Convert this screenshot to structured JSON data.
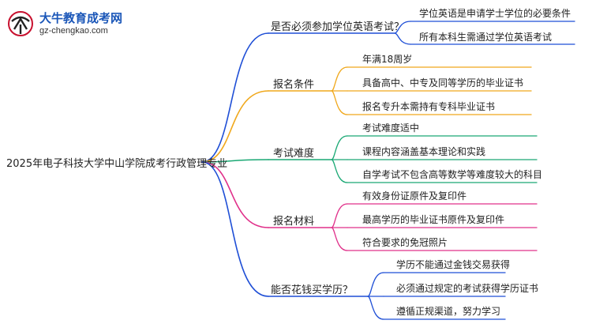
{
  "logo": {
    "title": "大牛教育成考网",
    "url": "gz-chengkao.com"
  },
  "mindmap": {
    "root": "2025年电子科技大学中山学院成考行政管理专业",
    "branches": [
      {
        "label": "是否必须参加学位英语考试？",
        "color": "#1f4fd6",
        "leaves": [
          "学位英语是申请学士学位的必要条件",
          "所有本科生需通过学位英语考试"
        ]
      },
      {
        "label": "报名条件",
        "color": "#f0a81c",
        "leaves": [
          "年满18周岁",
          "具备高中、中专及同等学历的毕业证书",
          "报名专升本需持有专科毕业证书"
        ]
      },
      {
        "label": "考试难度",
        "color": "#1aa874",
        "leaves": [
          "考试难度适中",
          "课程内容涵盖基本理论和实践",
          "自学考试不包含高等数学等难度较大的科目"
        ]
      },
      {
        "label": "报名材料",
        "color": "#e0308a",
        "leaves": [
          "有效身份证原件及复印件",
          "最高学历的毕业证书原件及复印件",
          "符合要求的免冠照片"
        ]
      },
      {
        "label": "能否花钱买学历？",
        "color": "#1f4fd6",
        "leaves": [
          "学历不能通过金钱交易获得",
          "必须通过规定的考试获得学历证书",
          "遵循正规渠道，努力学习"
        ]
      }
    ]
  }
}
